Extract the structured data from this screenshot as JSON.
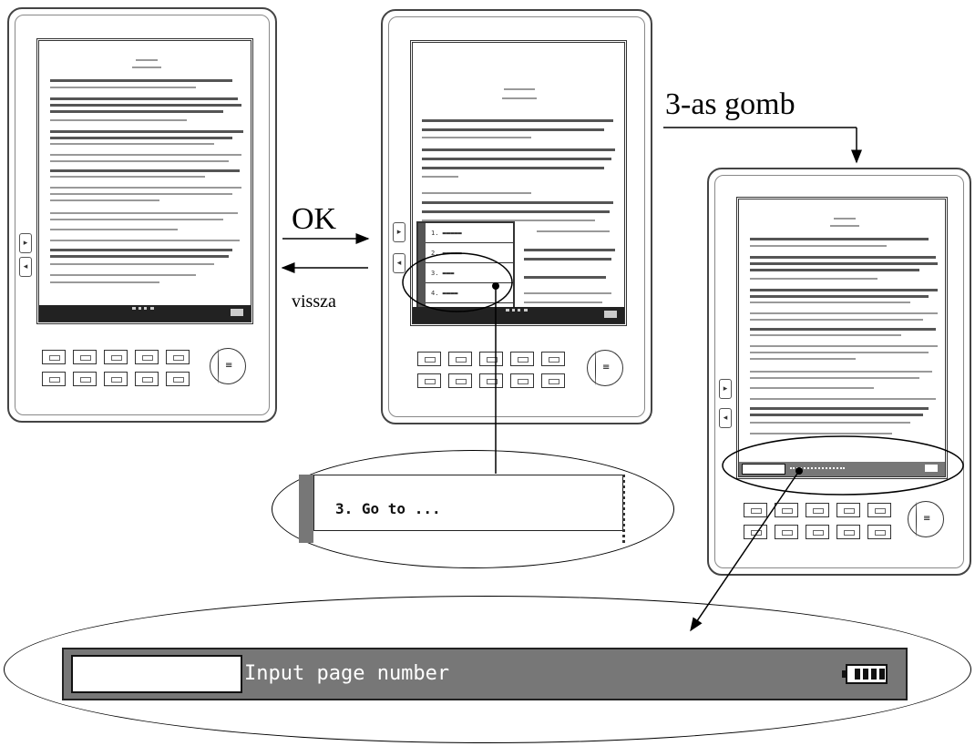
{
  "labels": {
    "ok": "OK",
    "vissza": "vissza",
    "button3": "3-as gomb"
  },
  "zoom_menu": {
    "item": "3. Go to ..."
  },
  "zoom_status": {
    "prompt": "Input page number",
    "battery_icon": "battery-full-icon"
  },
  "reader_side_buttons": {
    "up": "▸",
    "down": "◂"
  }
}
